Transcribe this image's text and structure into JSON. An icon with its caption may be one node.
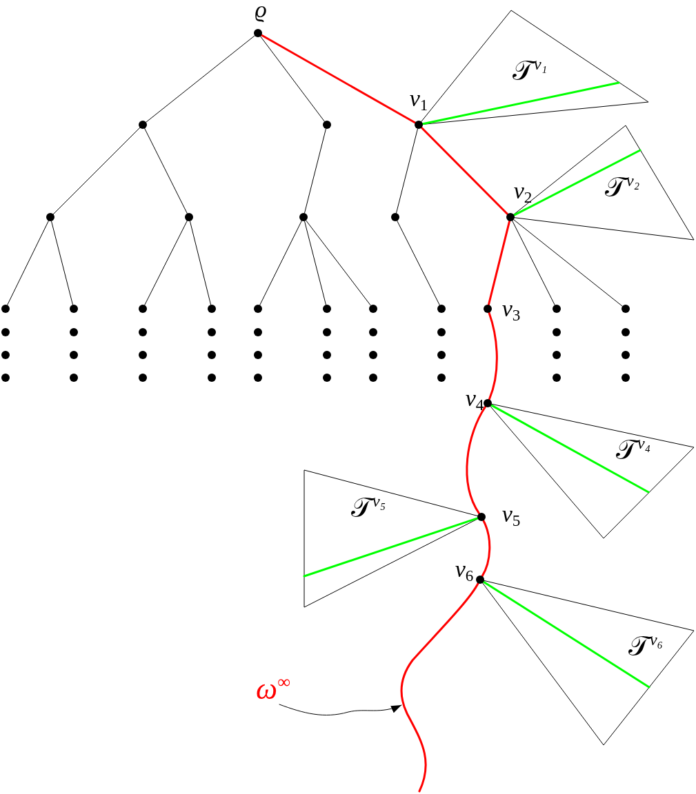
{
  "diagram": {
    "nodes": [
      {
        "text": [],
        "shape": "circle",
        "beside": [
          "ϱ"
        ]
      },
      {
        "text": [],
        "shape": "circle"
      },
      {
        "text": [],
        "shape": "circle"
      },
      {
        "text": [],
        "shape": "circle",
        "beside": [
          "v$_{1}$"
        ]
      },
      {
        "text": [
          "𝒯$^{v₁}$"
        ]
      },
      {
        "text": [],
        "shape": "circle"
      },
      {
        "text": [],
        "shape": "circle"
      },
      {
        "text": [],
        "shape": "circle"
      },
      {
        "text": [],
        "shape": "circle"
      },
      {
        "text": [],
        "shape": "circle",
        "beside": [
          "v$_{2}$"
        ]
      },
      {
        "text": [
          "𝒯$^{v₂}$"
        ]
      },
      {
        "text": [],
        "shape": "circle"
      },
      {
        "text": [],
        "shape": "circle"
      },
      {
        "text": [],
        "shape": "circle"
      },
      {
        "text": [],
        "shape": "circle"
      },
      {
        "text": [],
        "shape": "circle"
      },
      {
        "text": [],
        "shape": "circle"
      },
      {
        "text": [],
        "shape": "circle"
      },
      {
        "text": [],
        "shape": "circle"
      },
      {
        "text": [],
        "shape": "circle",
        "beside": [
          "v$_{3}$"
        ]
      },
      {
        "text": [],
        "shape": "circle"
      },
      {
        "text": [],
        "shape": "circle"
      },
      {
        "text": [],
        "shape": "circle",
        "beside": [
          "v$_{4}$"
        ]
      },
      {
        "text": [
          "𝒯$^{v₄}$"
        ]
      },
      {
        "text": [],
        "shape": "circle"
      },
      {
        "text": [
          "𝒯$^{v₅}$"
        ]
      },
      {
        "text": [],
        "shape": "circle",
        "beside": [
          "v$_{6}$"
        ]
      },
      {
        "text": [
          "𝒯$^{v₆}$"
        ]
      },
      {
        "text": [
          "ω$^{∞}$"
        ]
      }
    ],
    "edges": [
      {
        "from": 0,
        "to": 1,
        "arrow": "none"
      },
      {
        "from": 0,
        "to": 2,
        "arrow": "none"
      },
      {
        "from": 0,
        "to": 3,
        "arrow": "none",
        "style": "thick",
        "color": "#ff0000"
      },
      {
        "from": 1,
        "to": 5,
        "arrow": "none"
      },
      {
        "from": 1,
        "to": 6,
        "arrow": "none"
      },
      {
        "from": 2,
        "to": 7,
        "arrow": "none"
      },
      {
        "from": 3,
        "to": 8,
        "arrow": "none"
      },
      {
        "from": 3,
        "to": 9,
        "arrow": "none",
        "style": "thick",
        "color": "#ff0000"
      },
      {
        "from": 5,
        "to": 11,
        "arrow": "none"
      },
      {
        "from": 5,
        "to": 12,
        "arrow": "none"
      },
      {
        "from": 6,
        "to": 13,
        "arrow": "none"
      },
      {
        "from": 6,
        "to": 14,
        "arrow": "none"
      },
      {
        "from": 7,
        "to": 15,
        "arrow": "none"
      },
      {
        "from": 7,
        "to": 16,
        "arrow": "none"
      },
      {
        "from": 7,
        "to": 17,
        "arrow": "none"
      },
      {
        "from": 8,
        "to": 18,
        "arrow": "none"
      },
      {
        "from": 9,
        "to": 19,
        "arrow": "none",
        "style": "thick",
        "color": "#ff0000"
      },
      {
        "from": 9,
        "to": 20,
        "arrow": "none"
      },
      {
        "from": 9,
        "to": 21,
        "arrow": "none"
      },
      {
        "from": 19,
        "to": 22,
        "arrow": "none",
        "style": "thick",
        "color": "#ff0000"
      },
      {
        "from": 22,
        "to": 24,
        "arrow": "none",
        "style": "thick",
        "color": "#ff0000"
      },
      {
        "from": 24,
        "to": 26,
        "arrow": "none",
        "style": "thick",
        "color": "#ff0000"
      },
      {
        "from": 26,
        "to": null,
        "arrow": "none",
        "style": "thick",
        "color": "#ff0000"
      },
      {
        "from": 28,
        "to": null,
        "arrow": "to"
      },
      {
        "from": 3,
        "to": 4,
        "arrow": "none",
        "style": "thick",
        "color": "#00ff00"
      },
      {
        "from": 9,
        "to": 10,
        "arrow": "none",
        "style": "thick",
        "color": "#00ff00"
      },
      {
        "from": 22,
        "to": 23,
        "arrow": "none",
        "style": "thick",
        "color": "#00ff00"
      },
      {
        "from": 24,
        "to": 25,
        "arrow": "none",
        "style": "thick",
        "color": "#00ff00"
      },
      {
        "from": 26,
        "to": 27,
        "arrow": "none",
        "style": "thick",
        "color": "#00ff00"
      }
    ],
    "labels": [
      "v$_{5}$"
    ]
  }
}
